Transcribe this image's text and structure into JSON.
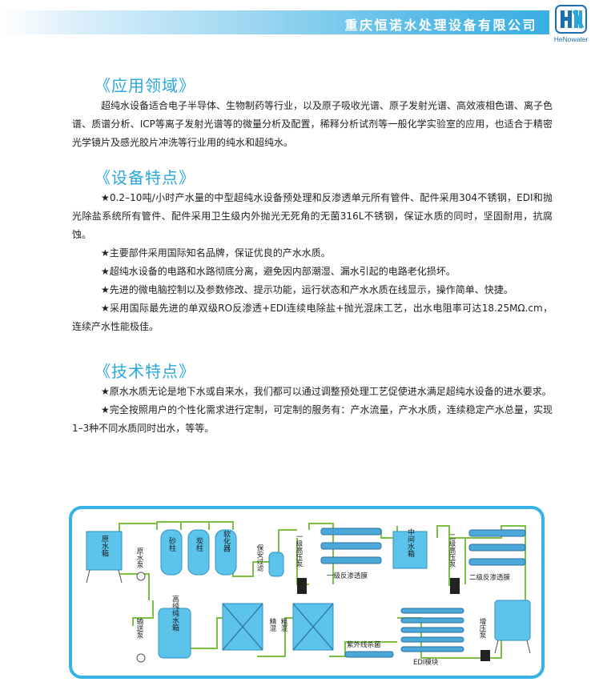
{
  "header": {
    "company_name": "重庆恒诺水处理设备有限公司",
    "logo_text": "HeNowater"
  },
  "sections": [
    {
      "title": "《应用领域》",
      "paragraphs": [
        "超纯水设备适合电子半导体、生物制药等行业，以及原子吸收光谱、原子发射光谱、高效液相色谱、离子色谱、质谱分析、ICP等离子发射光谱等的微量分析及配置，稀释分析试剂等一般化学实验室的应用，也适合于精密光学镜片及感光胶片冲洗等行业用的纯水和超纯水。"
      ]
    },
    {
      "title": "《设备特点》",
      "paragraphs": [
        "★0.2–10吨/小时产水量的中型超纯水设备预处理和反渗透单元所有管件、配件采用304不锈钢，EDI和抛光除盐系统所有管件、配件采用卫生级内外抛光无死角的无菌316L不锈钢，保证水质的同时，坚固耐用，抗腐蚀。",
        "★主要部件采用国际知名品牌，保证优良的产水水质。",
        "★超纯水设备的电路和水路彻底分离，避免因内部潮湿、漏水引起的电路老化损坏。",
        "★先进的微电脑控制以及参数修改、提示功能，运行状态和产水水质在线显示，操作简单、快捷。",
        "★采用国际最先进的单双级RO反渗透+EDI连续电除盐+抛光混床工艺，出水电阻率可达18.25MΩ.cm，连续产水性能极佳。"
      ]
    },
    {
      "title": "《技术特点》",
      "paragraphs": [
        "★原水水质无论是地下水或自来水，我们都可以通过调整预处理工艺促使进水满足超纯水设备的进水要求。",
        "★完全按照用户的个性化需求进行定制，可定制的服务有：产水流量，产水水质，连续稳定产水总量，实现1–3种不同水质同时出水，等等。"
      ]
    }
  ],
  "diagram": {
    "raw_tank": "原水箱",
    "raw_pump": "原水泵",
    "sand": "砂柱",
    "carbon": "炭柱",
    "softener": "软化器",
    "security_filter": "保安过滤",
    "pump1": "一级高压泵",
    "ro1": "一级反渗透膜",
    "mid_tank": "中间水箱",
    "pump2": "二级高压泵",
    "ro2": "二级反渗透膜",
    "feed_pump": "输送泵",
    "pure_tank": "高纯纯水箱",
    "polish": "精混",
    "rough": "粗混",
    "uv": "紫外线杀菌",
    "edi": "EDI模块",
    "boost_pump": "增压泵"
  },
  "colors": {
    "accent": "#29a7dc",
    "pipe": "#7bc142",
    "tank": "#5cc3ea",
    "frame": "#36b2e4"
  }
}
